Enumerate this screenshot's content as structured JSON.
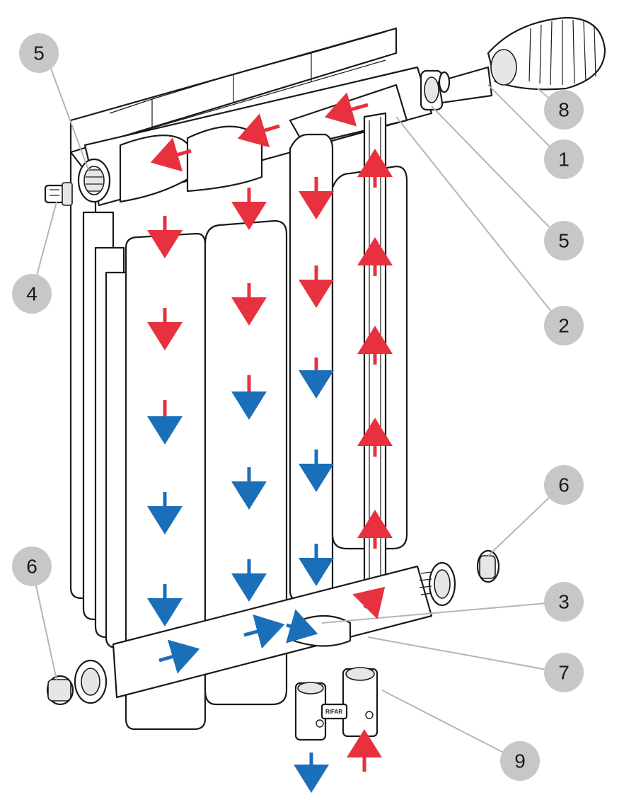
{
  "callouts": [
    {
      "id": "c5a",
      "label": "5"
    },
    {
      "id": "c4",
      "label": "4"
    },
    {
      "id": "c6a",
      "label": "6"
    },
    {
      "id": "c8",
      "label": "8"
    },
    {
      "id": "c1",
      "label": "1"
    },
    {
      "id": "c5b",
      "label": "5"
    },
    {
      "id": "c2",
      "label": "2"
    },
    {
      "id": "c6b",
      "label": "6"
    },
    {
      "id": "c3",
      "label": "3"
    },
    {
      "id": "c7",
      "label": "7"
    },
    {
      "id": "c9",
      "label": "9"
    }
  ],
  "colors": {
    "hot_flow": "#e8313f",
    "cold_flow": "#1a6fb8",
    "badge": "#c7c7c7",
    "outline": "#1a1a1a"
  },
  "valve_brand": "RIFAR",
  "icons": [
    "thermostatic-head",
    "air-vent",
    "end-cap",
    "bottom-valve-unit"
  ]
}
